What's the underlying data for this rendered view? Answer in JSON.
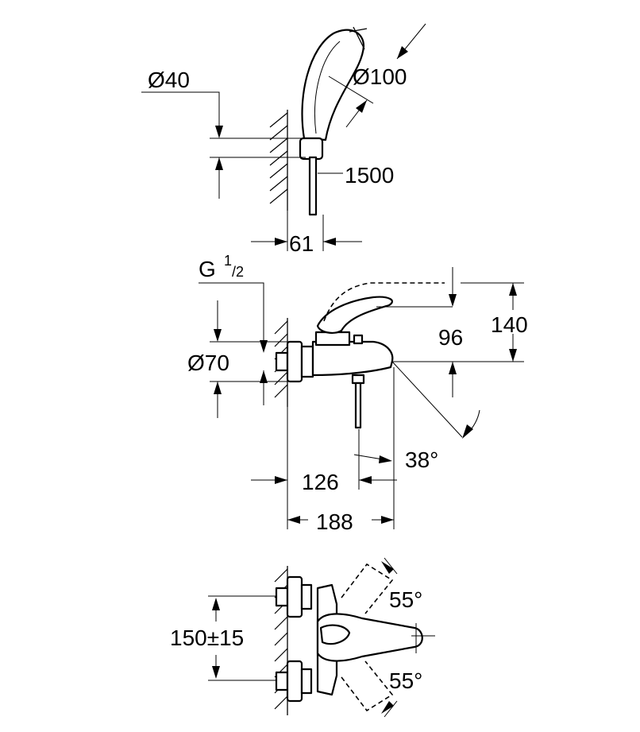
{
  "shower_view": {
    "label_wall_mount_diameter": "Ø40",
    "label_head_diameter": "Ø100",
    "label_hose_length": "1500",
    "label_wall_projection": "61"
  },
  "side_view": {
    "label_thread": "G",
    "label_thread_sup": "1",
    "label_thread_sub": "/2",
    "label_escutcheon_diameter": "Ø70",
    "label_spout_height": "96",
    "label_lever_height": "140",
    "label_lever_angle": "38°",
    "label_spout_reach": "126",
    "label_total_depth": "188"
  },
  "top_view": {
    "label_centers": "150±15",
    "label_angle_upper": "55°",
    "label_angle_lower": "55°"
  }
}
